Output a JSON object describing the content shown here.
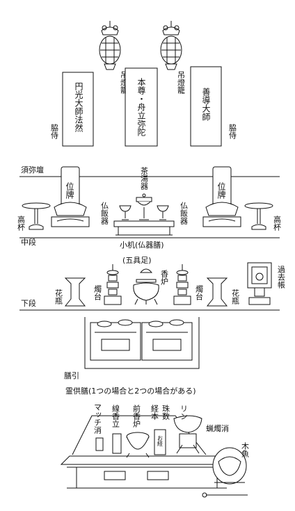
{
  "labels": {
    "lantern": "吊燈籠",
    "scroll_left": "円光大師法然",
    "scroll_center": "本尊・舟立弥陀",
    "scroll_right": "善導大師",
    "attendant": "脇侍",
    "shumidan": "須弥壇",
    "chato": "茶湯器",
    "ihai": "位牌",
    "buppanki": "仏飯器",
    "takatsuki": "高杯",
    "chudan": "中段",
    "kozukue": "小机(仏器膳)",
    "gogusoku": "(五具足)",
    "kabin": "花瓶",
    "shokudai": "燭台",
    "koro": "香炉",
    "kakocho": "過去帳",
    "gedan": "下段",
    "zenbiki": "膳引",
    "reiguzen": "霊供膳(1つの場合と2つの場合がある)",
    "matchkeshi": "マッチ消",
    "senkotate": "線香立",
    "maekoro": "前香炉",
    "kyohon": "経本",
    "juzu": "珠数",
    "rin": "リン",
    "rosokukeshi": "蝋燭消",
    "mokugyo": "木魚",
    "okyo": "お経"
  }
}
